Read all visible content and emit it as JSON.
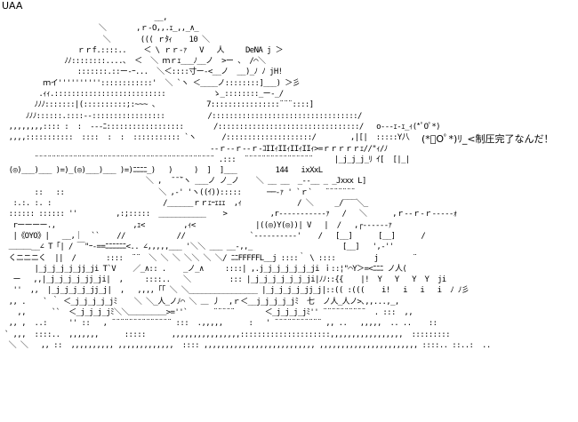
{
  "header": {
    "label": "UAA"
  },
  "art": {
    "lines": [
      "                                    __,",
      "                       ＼       ,ｒ-O,,.ｪ_,,_∧_",
      "                        ＼       ((( ｒﾀｨ    10 ＼",
      "                  ｒｒf.::::..    ＜ \\ ｒｒ-ｧ   V   人     DeNA j ＞",
      "               ﾉﾉ::::::::....、 ＜  ＼ ｍｒｪ___ﾉ__ノ  >ー 、 /⌒＼",
      "                  :::::::.::ー-ｰ...  ＼＜::::寸ー‐<__ノ  __)_ﾉ ﾉ jH!",
      "          ｍイ''''''''''::::::::::::'  ＼ `ヽ ＜____ノ::::::::]___) ＞彡",
      "         .ｨｨ.::::::::::::::::::::::::::           ゝ_::::::::_ー-_/",
      "        ﾉﾉﾉ:::::::|(::::::::::;:~~~ 、           7::::::::::::::::¨¨¨::::]",
      "      ﾉﾉﾉ::::::.::::--:::::::::::::::::          /::::::::::::::::::::::::::::::::::/",
      "  ,,,,,,,,:::: :  :  ---ﾆ::::::::::::::::::       /:::::::::::::::::::::::::::::::::/   o‐‐‐ｪ-ｪ_ｨ(*ﾟOﾟ*)",
      "  ,,,,:::::::::::  ::::  :  :  ::::::::::: `ヽ      /::::::::::::::::::::/        ,|[|  :::::Y八",
      "                                                 ‐‐ｒ--ｒ‐-ｒ‐ｺIIｨIIｨIIｨIIｨ>=ｒｒｒｒｒｪ//\"ｨ/ﾉ",
      "        ¨¨¨¨¨¨¨¨¨¨¨¨¨¨¨¨¨¨¨¨¨¨¨¨¨¨¨¨¨¨¨¨¨¨¨¨¨¨¨¨¨¨ .:::  ¨¨¨¨¨¨¨¨¨¨¨¨¨¨¨¨     |_j_j_j_ﾘ ｲ[  [|_|",
      "  (◎)___)___ )=)_(◎)___)___ )=)ﾆﾆﾆﾆ_)   )     )  ]  ]___         144   ixXxL",
      "                                  ＼ ,  ̄ ̄ ̄`ヽ ___ノ ノ_ノ    ＼ __ __  _--__ _ _Jxxx L]",
      "        ::   ::                      ＼ ,-' 'ヽ((ｲ)):::::      ──‐ｧ ' `ｒ`   ¨¨¨¨¨¨¨",
      "   :.:. :. :                          /______ｒｒｪｰｪｪｪ  ,ｨ             / ＼     _/‾‾‾＼_",
      "  :::::: :::::: ''         ,:;:::::  ___________    >          ,r‐‐‐‐‐‐‐‐‐‐‐ｧ   /   ＼      ,ｒ--ｒ‐ｒ----‐ｫ",
      "   rーーーー.,                  ,ｪ<         ,ｨ<              |((◎)Y(◎))| V   |  /   ,┌‐‐‐‐‐‐ｧ",
      "   |《OYO》|   __,｜  ``    //            //               `‐‐‐‐‐‐‐‐‐‐'    /   [__]      [__]      /",
      "  ＿＿＿__∠ T「| / ￣\"ｰ‐==ﾆﾆﾆﾆﾆﾆ<.. ∠,,,,,___ '＼＼ ___ __-,,_                     [__]   ',-''",
      "  くニニニく  ||  /       ::::  ¨¨  ＼ ＼ ＼ ＼＼ ＼ ＼/ ﾆﾆFFFFFL__j ::::｀ \\ ::::         j        ¨",
      "        |_j_j_j_j_jj_ji T`V    ／_∧:: .    _ノ_∧     ::::| ,.j_j_j_j_j_j_ji ｉ::¦\"⌒Y＞=<ﾆﾆﾆ ノ人(",
      "   ー   ,,|_j_j_j_j_jj_ji|  ,     ::::..   ＼         ::: |_j_j_j_j_j_j_ji|ﾉﾉ::{{    |!  Y   Y   Y  Y  ji",
      "   ''  ,,  |_j_j_j_j_jj_j|  ,   ,,,,「「 ＼ ＼________________ |_j_j_j_j_jj_j|::(( :(((    i!   i   i   i  ﾉ ﾉ彡",
      "  ,, .    ` ｀ ＜_j_j_j_j_jﾐ    ＼ ＼_人_ノﾉ⌒ ＼ ＿ 丿  ,ｒ＜__j_j_j_j_jﾐ  七  ノ人_人ノ>､,,...,_,",
      "    ,,      ``  ＜_j_j_j_jﾐ＼＼＿＿＿＿＿>=''`      ¨¨¨¨¨       ＜_j_j_j_jﾐ'' ¨¨¨¨¨¨¨¨¨¨  . :::  ,,",
      "  ,, ,  ..:     '' ::   , ¨¨¨¨¨¨¨¨¨¨¨¨¨¨ :::  .,,,,,      :   ' ¨¨¨¨¨¨¨¨¨¨¨ ,, ..   ,,,,,  .. ..    ::",
      " ` ,,,  ::::..  ,,,,,,,      :::::      ,,,,,,,,,,,,,,,,:::::::::::::::::::::,,,,,,,,,,,,,,,,,  :::::::::",
      "  ＼ ＼   ,, ::  ,,,,,,,,,, ,,,,,,,,,,,,,  :::: ,,,,,,,,,,,,,,,,,,,,,,,,,, ,,,,,,,,,,,,,,,,,,,,,,, ::::.. ::..:  .."
    ]
  },
  "speech": {
    "text": "(*ﾟOﾟ*)ﾘ_<制圧完了なんだ！"
  }
}
